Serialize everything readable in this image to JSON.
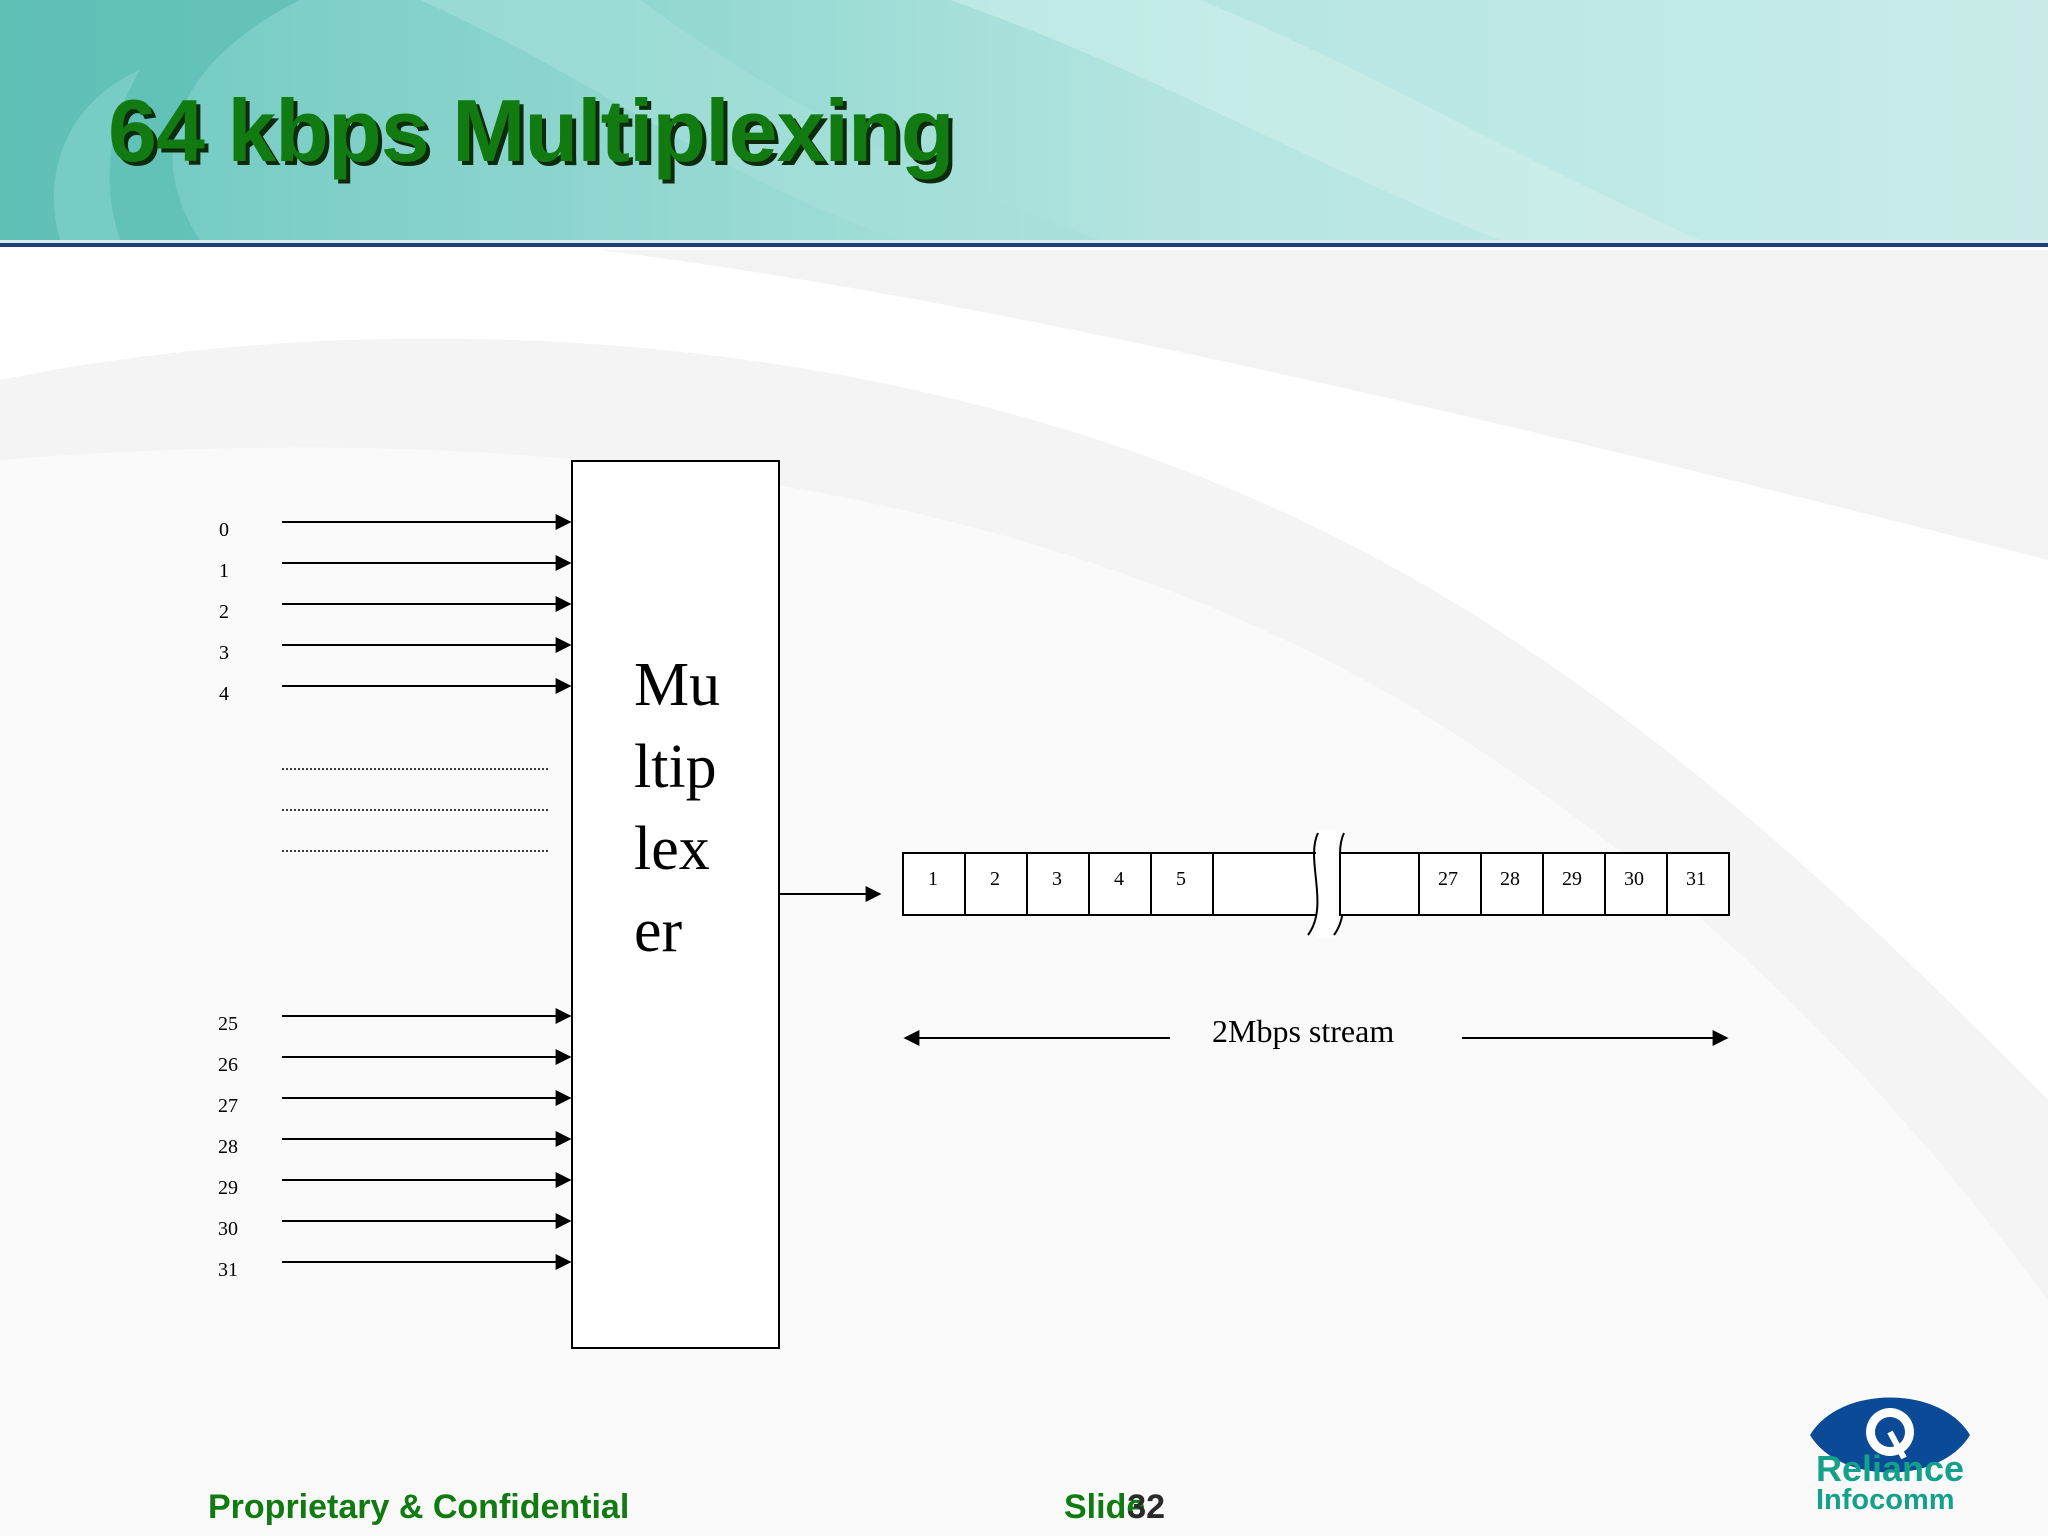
{
  "slide": {
    "title": "64 kbps Multiplexing"
  },
  "diagram": {
    "input_channels_top": [
      "0",
      "1",
      "2",
      "3",
      "4"
    ],
    "input_channels_bottom": [
      "25",
      "26",
      "27",
      "28",
      "29",
      "30",
      "31"
    ],
    "multiplexer_label_lines": [
      "Mu",
      "ltip",
      "lex",
      "er"
    ],
    "frame_slots_left": [
      "1",
      "2",
      "3",
      "4",
      "5",
      ""
    ],
    "frame_slots_right": [
      "",
      "27",
      "28",
      "29",
      "30",
      "31"
    ],
    "stream_label": "2Mbps stream"
  },
  "footer": {
    "left_text": "Proprietary & Confidential",
    "slide_label": "Slide",
    "slide_number": "32"
  },
  "logo": {
    "line1": "Reliance",
    "line2": "Infocomm",
    "icon": "reliance-eye-icon",
    "color": "#14a08a"
  },
  "colors": {
    "title": "#117a11",
    "header_band": "#8fd6cf",
    "header_rule": "#1f3e7a",
    "logo_eye": "#0a4a96"
  }
}
